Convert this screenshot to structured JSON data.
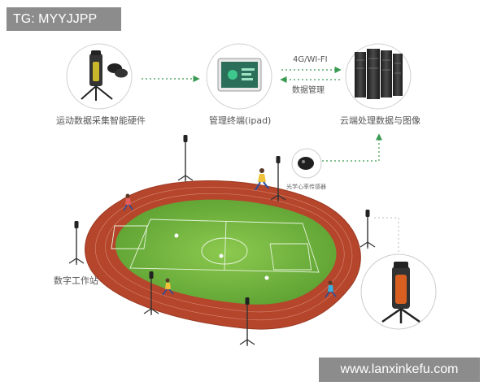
{
  "watermark": {
    "tag": "TG: MYYJJPP",
    "site": "www.lanxinkefu.com"
  },
  "nodes": {
    "hardware": "运动数据采集智能硬件",
    "terminal": "管理终端(ipad)",
    "cloud": "云端处理数据与图像",
    "sensor": "光学心率传感器",
    "station": "数字工作站"
  },
  "links": {
    "protocol": "4G/WI-FI",
    "management": "数据管理"
  },
  "colors": {
    "track": "#b5462c",
    "field": "#79b944",
    "arrow": "#3a9a52",
    "accent": "#d85f1f",
    "tag_bg": "#8c8c8c"
  }
}
